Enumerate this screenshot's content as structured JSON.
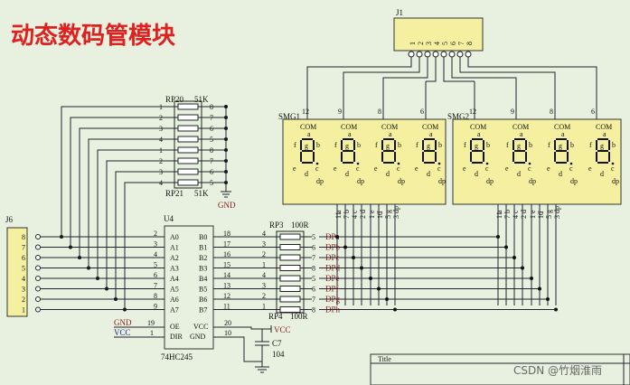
{
  "title": "动态数码管模块",
  "watermark": "CSDN @竹烟淮雨",
  "connector_j1": {
    "ref": "J1",
    "pins": [
      "1",
      "2",
      "3",
      "4",
      "5",
      "6",
      "7",
      "8"
    ]
  },
  "connector_j6": {
    "ref": "J6",
    "pins": [
      "8",
      "7",
      "6",
      "5",
      "4",
      "3",
      "2",
      "1"
    ]
  },
  "rp20": {
    "ref": "RP20",
    "value": "51K",
    "left_pins": [
      "1",
      "2",
      "3",
      "4"
    ],
    "right_pins": [
      "8",
      "7",
      "6",
      "5"
    ]
  },
  "rp21": {
    "ref": "RP21",
    "value": "51K",
    "left_pins": [
      "1",
      "2",
      "3",
      "4"
    ],
    "right_pins": [
      "8",
      "7",
      "6",
      "5"
    ]
  },
  "gnd_label": "GND",
  "u4": {
    "ref": "U4",
    "part": "74HC245",
    "a_pins": [
      "2",
      "3",
      "4",
      "5",
      "6",
      "7",
      "8",
      "9"
    ],
    "a_names": [
      "A0",
      "A1",
      "A2",
      "A3",
      "A4",
      "A5",
      "A6",
      "A7"
    ],
    "b_names": [
      "B0",
      "B1",
      "B2",
      "B3",
      "B4",
      "B5",
      "B6",
      "B7"
    ],
    "b_pins": [
      "18",
      "17",
      "16",
      "15",
      "14",
      "13",
      "12",
      "11"
    ],
    "oe_label": "OE",
    "vcc_label": "VCC",
    "dir_label": "DIR",
    "gnd_label": "GND",
    "oe_pin": "19",
    "dir_pin": "1",
    "vcc_pin": "20",
    "gnd_pin": "10",
    "net_gnd": "GND",
    "net_vcc": "VCC"
  },
  "rp3": {
    "ref": "RP3",
    "value": "100R",
    "left_pins": [
      "4",
      "3",
      "2",
      "1"
    ],
    "right_pins": [
      "5",
      "6",
      "7",
      "8"
    ]
  },
  "rp4": {
    "ref": "RP4",
    "value": "100R",
    "left_pins": [
      "4",
      "3",
      "2",
      "1"
    ],
    "right_pins": [
      "5",
      "6",
      "7",
      "8"
    ]
  },
  "dp_nets": [
    "DPa",
    "DPb",
    "DPc",
    "DPd",
    "DPe",
    "DPf",
    "DPg",
    "DPh"
  ],
  "vcc_label": "VCC",
  "c7": {
    "ref": "C7",
    "value": "104"
  },
  "smg1": {
    "ref": "SMG1",
    "com_pins": [
      "12",
      "9",
      "8",
      "6"
    ],
    "com_label": "COM",
    "bottom_labels": [
      "a",
      "b",
      "c",
      "d",
      "e",
      "f",
      "g",
      "dp"
    ],
    "bottom_pins": [
      "11",
      "7",
      "4",
      "2",
      "1",
      "10",
      "5",
      "3"
    ]
  },
  "smg2": {
    "ref": "SMG2",
    "com_pins": [
      "12",
      "9",
      "8",
      "6"
    ],
    "com_label": "COM",
    "bottom_labels": [
      "a",
      "b",
      "c",
      "d",
      "e",
      "f",
      "g",
      "dp"
    ],
    "bottom_pins": [
      "11",
      "7",
      "4",
      "2",
      "1",
      "10",
      "5",
      "3"
    ]
  },
  "digit_labels": {
    "a": "a",
    "b": "b",
    "c": "c",
    "d": "d",
    "e": "e",
    "f": "f",
    "g": "g",
    "dp": "dp"
  },
  "title_block": "Title"
}
